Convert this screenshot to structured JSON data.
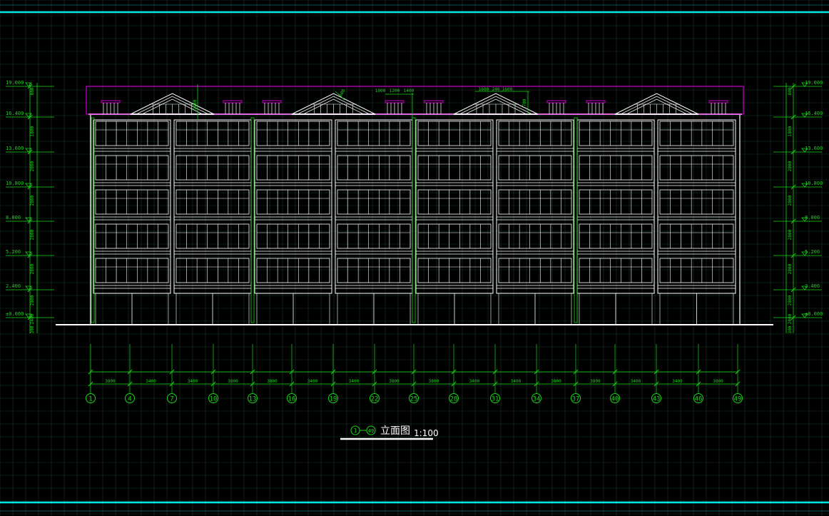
{
  "drawing": {
    "title_main": "立面图",
    "title_scale": "1:100",
    "title_axis_start": "1",
    "title_axis_end": "49"
  },
  "axes": [
    "1",
    "4",
    "7",
    "10",
    "13",
    "16",
    "19",
    "22",
    "25",
    "28",
    "31",
    "34",
    "37",
    "40",
    "43",
    "46",
    "49"
  ],
  "spacings": [
    "3800",
    "3400",
    "3400",
    "3800",
    "3800",
    "3400",
    "3400",
    "3800",
    "3800",
    "3400",
    "3400",
    "3800",
    "3800",
    "3400",
    "3400",
    "3800"
  ],
  "levels": [
    "19.000",
    "16.400",
    "13.600",
    "10.800",
    "8.000",
    "5.200",
    "2.400",
    "±0.000"
  ],
  "floor_heights": [
    "800",
    "1800",
    "2800",
    "2800",
    "2800",
    "2800",
    "2800",
    "2400",
    "300"
  ],
  "roof_dims": [
    "1000",
    "1200",
    "1400",
    "1600",
    "240",
    "1600",
    "700",
    "1800",
    "600"
  ],
  "colors": {
    "background": "#000000",
    "grid": "#1a3a2a",
    "building": "#ffffff",
    "dimension": "#19d419",
    "parapet": "#cc00cc",
    "border": "#00e5e5"
  }
}
